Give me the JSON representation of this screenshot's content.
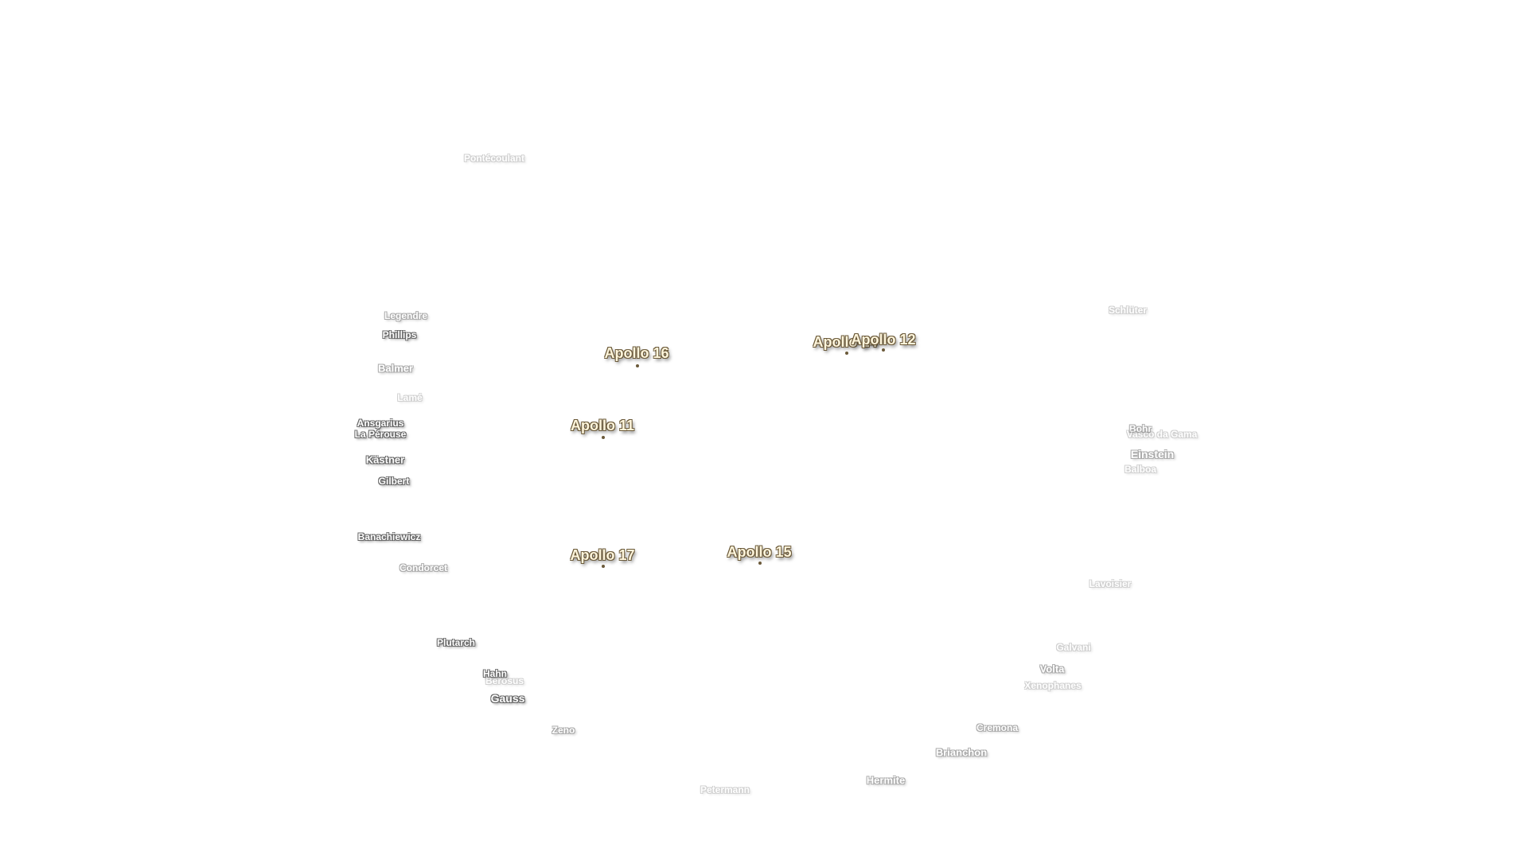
{
  "apollo_sites": [
    {
      "name": "Apollo 16"
    },
    {
      "name": "Apollo 14"
    },
    {
      "name": "Apollo 12"
    },
    {
      "name": "Apollo 11"
    },
    {
      "name": "Apollo 17"
    },
    {
      "name": "Apollo 15"
    }
  ],
  "craters": [
    {
      "name": "Pontécoulant"
    },
    {
      "name": "Legendre"
    },
    {
      "name": "Phillips"
    },
    {
      "name": "Balmer"
    },
    {
      "name": "Lamé"
    },
    {
      "name": "Ansgarius"
    },
    {
      "name": "La Pérouse"
    },
    {
      "name": "Kästner"
    },
    {
      "name": "Gilbert"
    },
    {
      "name": "Banachiewicz"
    },
    {
      "name": "Condorcet"
    },
    {
      "name": "Plutarch"
    },
    {
      "name": "Hahn"
    },
    {
      "name": "Berosus"
    },
    {
      "name": "Gauss"
    },
    {
      "name": "Zeno"
    },
    {
      "name": "Petermann"
    },
    {
      "name": "Schlüter"
    },
    {
      "name": "Bohr"
    },
    {
      "name": "Vasco da Gama"
    },
    {
      "name": "Einstein"
    },
    {
      "name": "Balboa"
    },
    {
      "name": "Lavoisier"
    },
    {
      "name": "Galvani"
    },
    {
      "name": "Volta"
    },
    {
      "name": "Xenophanes"
    },
    {
      "name": "Cremona"
    },
    {
      "name": "Brianchon"
    },
    {
      "name": "Hermite"
    }
  ]
}
